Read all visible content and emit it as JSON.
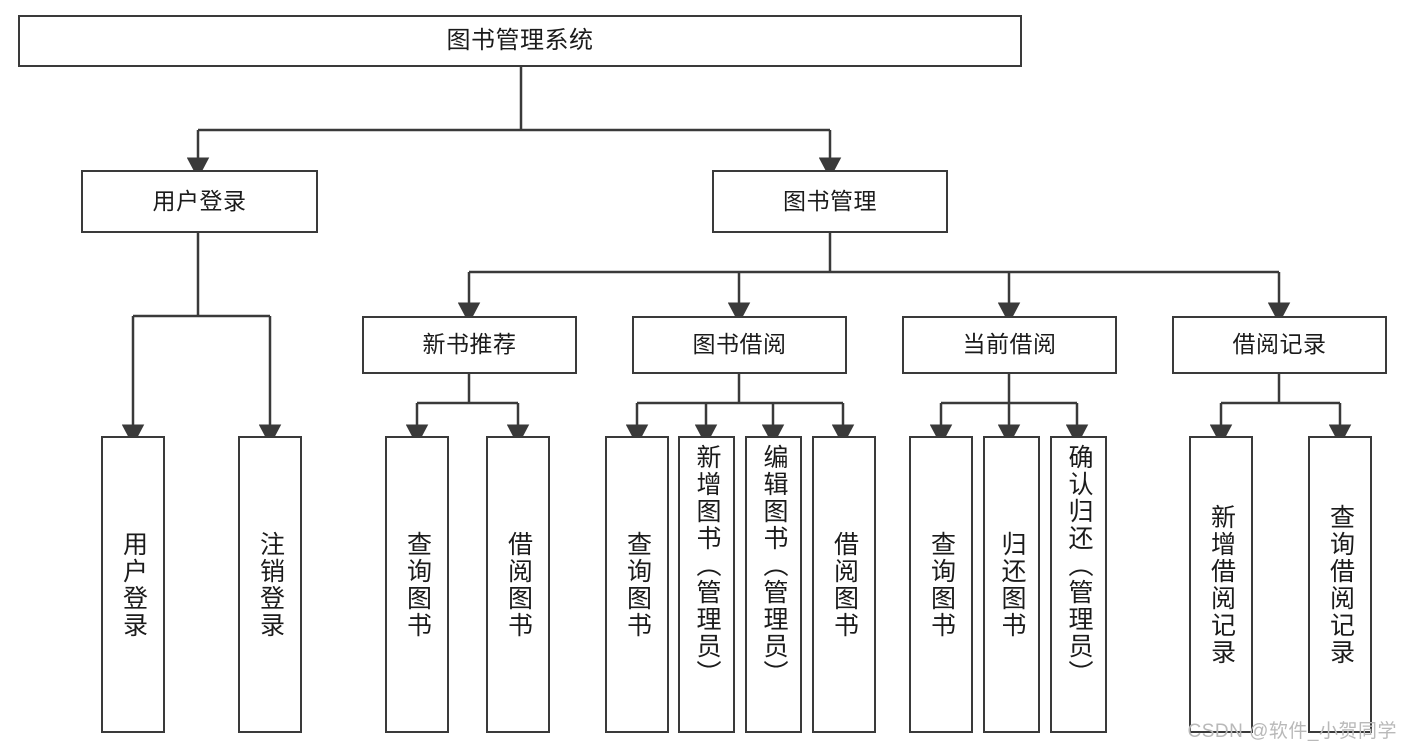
{
  "diagram": {
    "type": "tree-hierarchy",
    "title": "图书管理系统",
    "watermark": "CSDN @软件_小贺同学",
    "colors": {
      "stroke": "#3a3a3a",
      "fill": "#ffffff",
      "text": "#1b1b1b",
      "watermark": "#b9b9b9"
    },
    "nodes": [
      {
        "id": "root",
        "label": "图书管理系统",
        "level": 0,
        "orientation": "horizontal"
      },
      {
        "id": "login",
        "label": "用户登录",
        "level": 1,
        "orientation": "horizontal"
      },
      {
        "id": "bookmgmt",
        "label": "图书管理",
        "level": 1,
        "orientation": "horizontal"
      },
      {
        "id": "newbook",
        "label": "新书推荐",
        "level": 2,
        "orientation": "horizontal"
      },
      {
        "id": "borrow",
        "label": "图书借阅",
        "level": 2,
        "orientation": "horizontal"
      },
      {
        "id": "current",
        "label": "当前借阅",
        "level": 2,
        "orientation": "horizontal"
      },
      {
        "id": "records",
        "label": "借阅记录",
        "level": 2,
        "orientation": "horizontal"
      },
      {
        "id": "l1",
        "label": "用户登录",
        "level": 3,
        "orientation": "vertical",
        "parent": "login"
      },
      {
        "id": "l2",
        "label": "注销登录",
        "level": 3,
        "orientation": "vertical",
        "parent": "login"
      },
      {
        "id": "l3",
        "label": "查询图书",
        "level": 3,
        "orientation": "vertical",
        "parent": "newbook"
      },
      {
        "id": "l4",
        "label": "借阅图书",
        "level": 3,
        "orientation": "vertical",
        "parent": "newbook"
      },
      {
        "id": "l5",
        "label": "查询图书",
        "level": 3,
        "orientation": "vertical",
        "parent": "borrow"
      },
      {
        "id": "l6",
        "label": "新增图书（管理员）",
        "level": 3,
        "orientation": "vertical",
        "parent": "borrow"
      },
      {
        "id": "l7",
        "label": "编辑图书（管理员）",
        "level": 3,
        "orientation": "vertical",
        "parent": "borrow"
      },
      {
        "id": "l8",
        "label": "借阅图书",
        "level": 3,
        "orientation": "vertical",
        "parent": "borrow"
      },
      {
        "id": "l9",
        "label": "查询图书",
        "level": 3,
        "orientation": "vertical",
        "parent": "current"
      },
      {
        "id": "l10",
        "label": "归还图书",
        "level": 3,
        "orientation": "vertical",
        "parent": "current"
      },
      {
        "id": "l11",
        "label": "确认归还（管理员）",
        "level": 3,
        "orientation": "vertical",
        "parent": "current"
      },
      {
        "id": "l12",
        "label": "新增借阅记录",
        "level": 3,
        "orientation": "vertical",
        "parent": "records"
      },
      {
        "id": "l13",
        "label": "查询借阅记录",
        "level": 3,
        "orientation": "vertical",
        "parent": "records"
      }
    ],
    "edges": [
      {
        "from": "root",
        "to": "login"
      },
      {
        "from": "root",
        "to": "bookmgmt"
      },
      {
        "from": "bookmgmt",
        "to": "newbook"
      },
      {
        "from": "bookmgmt",
        "to": "borrow"
      },
      {
        "from": "bookmgmt",
        "to": "current"
      },
      {
        "from": "bookmgmt",
        "to": "records"
      },
      {
        "from": "login",
        "to": "l1"
      },
      {
        "from": "login",
        "to": "l2"
      },
      {
        "from": "newbook",
        "to": "l3"
      },
      {
        "from": "newbook",
        "to": "l4"
      },
      {
        "from": "borrow",
        "to": "l5"
      },
      {
        "from": "borrow",
        "to": "l6"
      },
      {
        "from": "borrow",
        "to": "l7"
      },
      {
        "from": "borrow",
        "to": "l8"
      },
      {
        "from": "current",
        "to": "l9"
      },
      {
        "from": "current",
        "to": "l10"
      },
      {
        "from": "current",
        "to": "l11"
      },
      {
        "from": "records",
        "to": "l12"
      },
      {
        "from": "records",
        "to": "l13"
      }
    ]
  }
}
